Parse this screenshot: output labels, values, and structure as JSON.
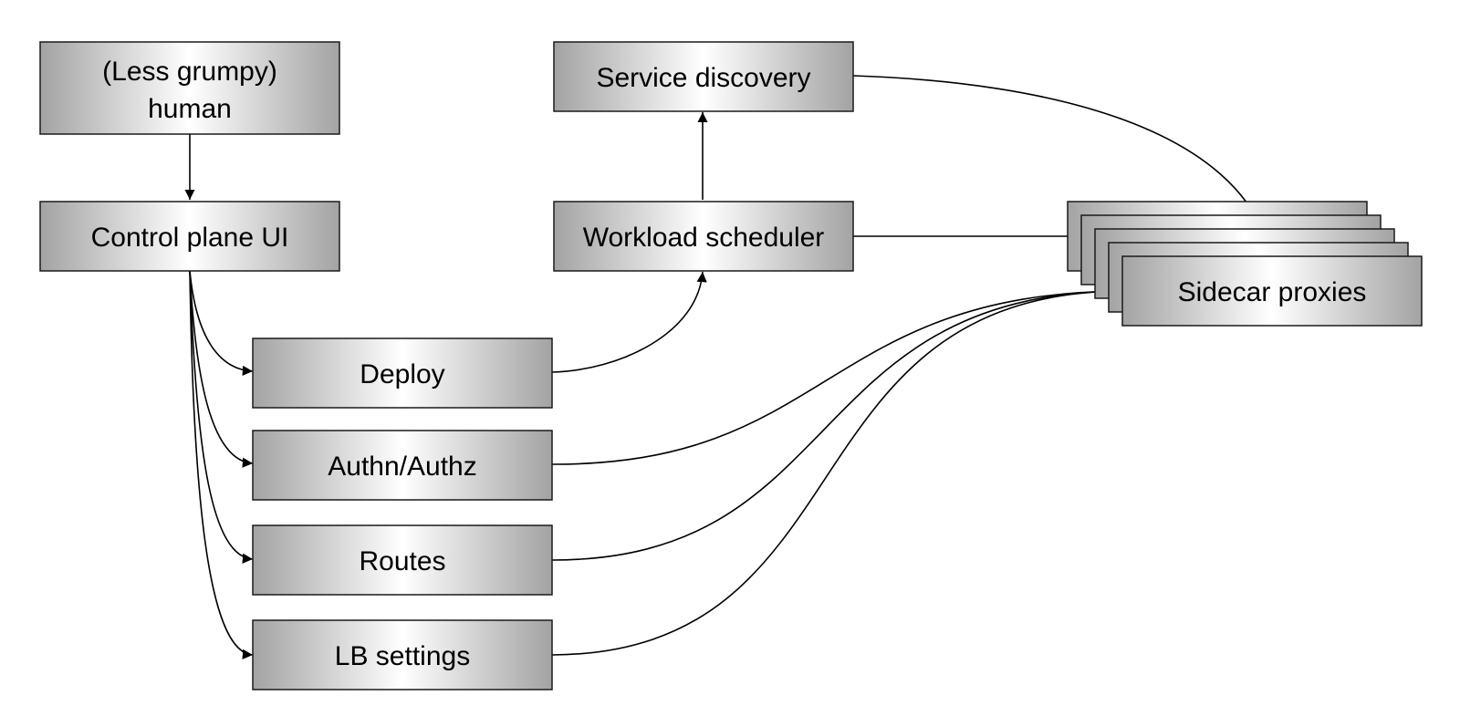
{
  "diagram": {
    "nodes": {
      "human": {
        "label_line1": "(Less grumpy)",
        "label_line2": "human"
      },
      "control_plane": {
        "label": "Control plane UI"
      },
      "service_discovery": {
        "label": "Service discovery"
      },
      "workload_scheduler": {
        "label": "Workload scheduler"
      },
      "deploy": {
        "label": "Deploy"
      },
      "authn": {
        "label": "Authn/Authz"
      },
      "routes": {
        "label": "Routes"
      },
      "lb_settings": {
        "label": "LB settings"
      },
      "sidecar_proxies": {
        "label": "Sidecar proxies",
        "stack_count": 5
      }
    },
    "edges": [
      {
        "from": "human",
        "to": "control_plane"
      },
      {
        "from": "control_plane",
        "to": "deploy"
      },
      {
        "from": "control_plane",
        "to": "authn"
      },
      {
        "from": "control_plane",
        "to": "routes"
      },
      {
        "from": "control_plane",
        "to": "lb_settings"
      },
      {
        "from": "deploy",
        "to": "workload_scheduler"
      },
      {
        "from": "workload_scheduler",
        "to": "service_discovery"
      },
      {
        "from": "workload_scheduler",
        "to": "sidecar_proxies",
        "arrow": false
      },
      {
        "from": "service_discovery",
        "to": "sidecar_proxies"
      },
      {
        "from": "authn",
        "to": "sidecar_proxies"
      },
      {
        "from": "routes",
        "to": "sidecar_proxies"
      },
      {
        "from": "lb_settings",
        "to": "sidecar_proxies"
      }
    ],
    "colors": {
      "box_edge": "#a0a0a0",
      "box_center": "#ffffff",
      "stroke": "#1a1a1a"
    }
  }
}
